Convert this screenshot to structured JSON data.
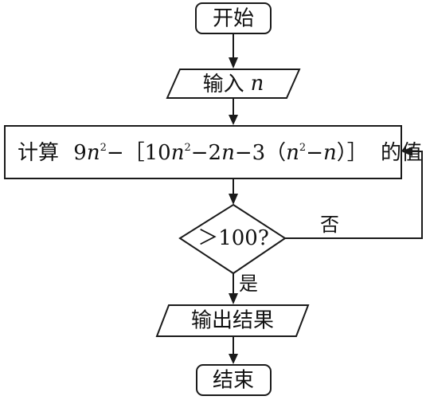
{
  "nodes": {
    "start": "开始",
    "input": {
      "label": "输入",
      "var": "n"
    },
    "process": {
      "prefix": "计算",
      "n": "n",
      "two": "2",
      "suffix": "的值",
      "t_9": "9",
      "t_minus_lbracket_10": "−［10",
      "t_minus_2": "−2",
      "t_minus_3_paren": "−3（",
      "t_minus": "−",
      "t_close": "）］"
    },
    "decision": "＞100?",
    "output": "输出结果",
    "end": "结束"
  },
  "branches": {
    "no": "否",
    "yes": "是"
  }
}
